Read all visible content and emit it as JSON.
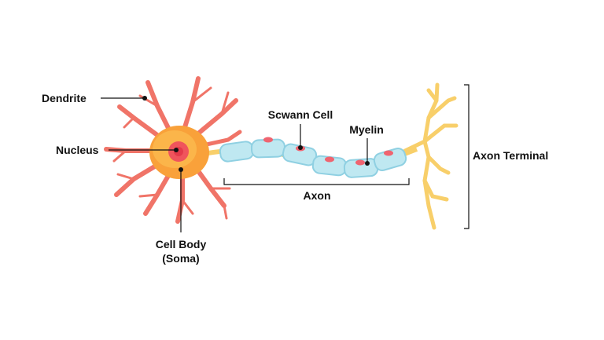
{
  "labels": {
    "dendrite": "Dendrite",
    "nucleus": "Nucleus",
    "cell_body_line1": "Cell Body",
    "cell_body_line2": "(Soma)",
    "schwann_cell": "Scwann Cell",
    "myelin": "Myelin",
    "axon": "Axon",
    "axon_terminal": "Axon Terminal"
  },
  "colors": {
    "dendrite": "#f07468",
    "soma_outer": "#f9a13a",
    "soma_inner": "#fbb54a",
    "nucleus": "#f0545c",
    "nucleolus": "#e43a4a",
    "myelin_fill": "#bfe8f1",
    "myelin_edge": "#8fd0e2",
    "schwann_nucleus": "#ef6470",
    "axon_terminal": "#f8cf6a"
  }
}
